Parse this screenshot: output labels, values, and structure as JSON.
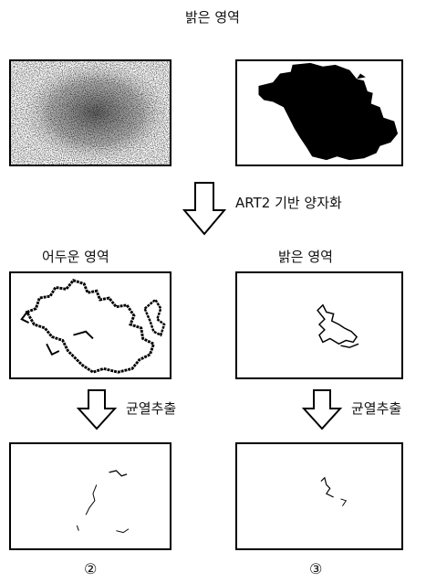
{
  "labels": {
    "top_bright": "밝은 영역",
    "art2_quantization": "ART2 기반 양자화",
    "dark_region": "어두운 영역",
    "bright_region": "밝은 영역",
    "crack_extract_left": "균열추출",
    "crack_extract_right": "균열추출",
    "number_left": "②",
    "number_right": "③"
  },
  "colors": {
    "ink": "#000000",
    "paper": "#ffffff",
    "noise": "#777777"
  }
}
